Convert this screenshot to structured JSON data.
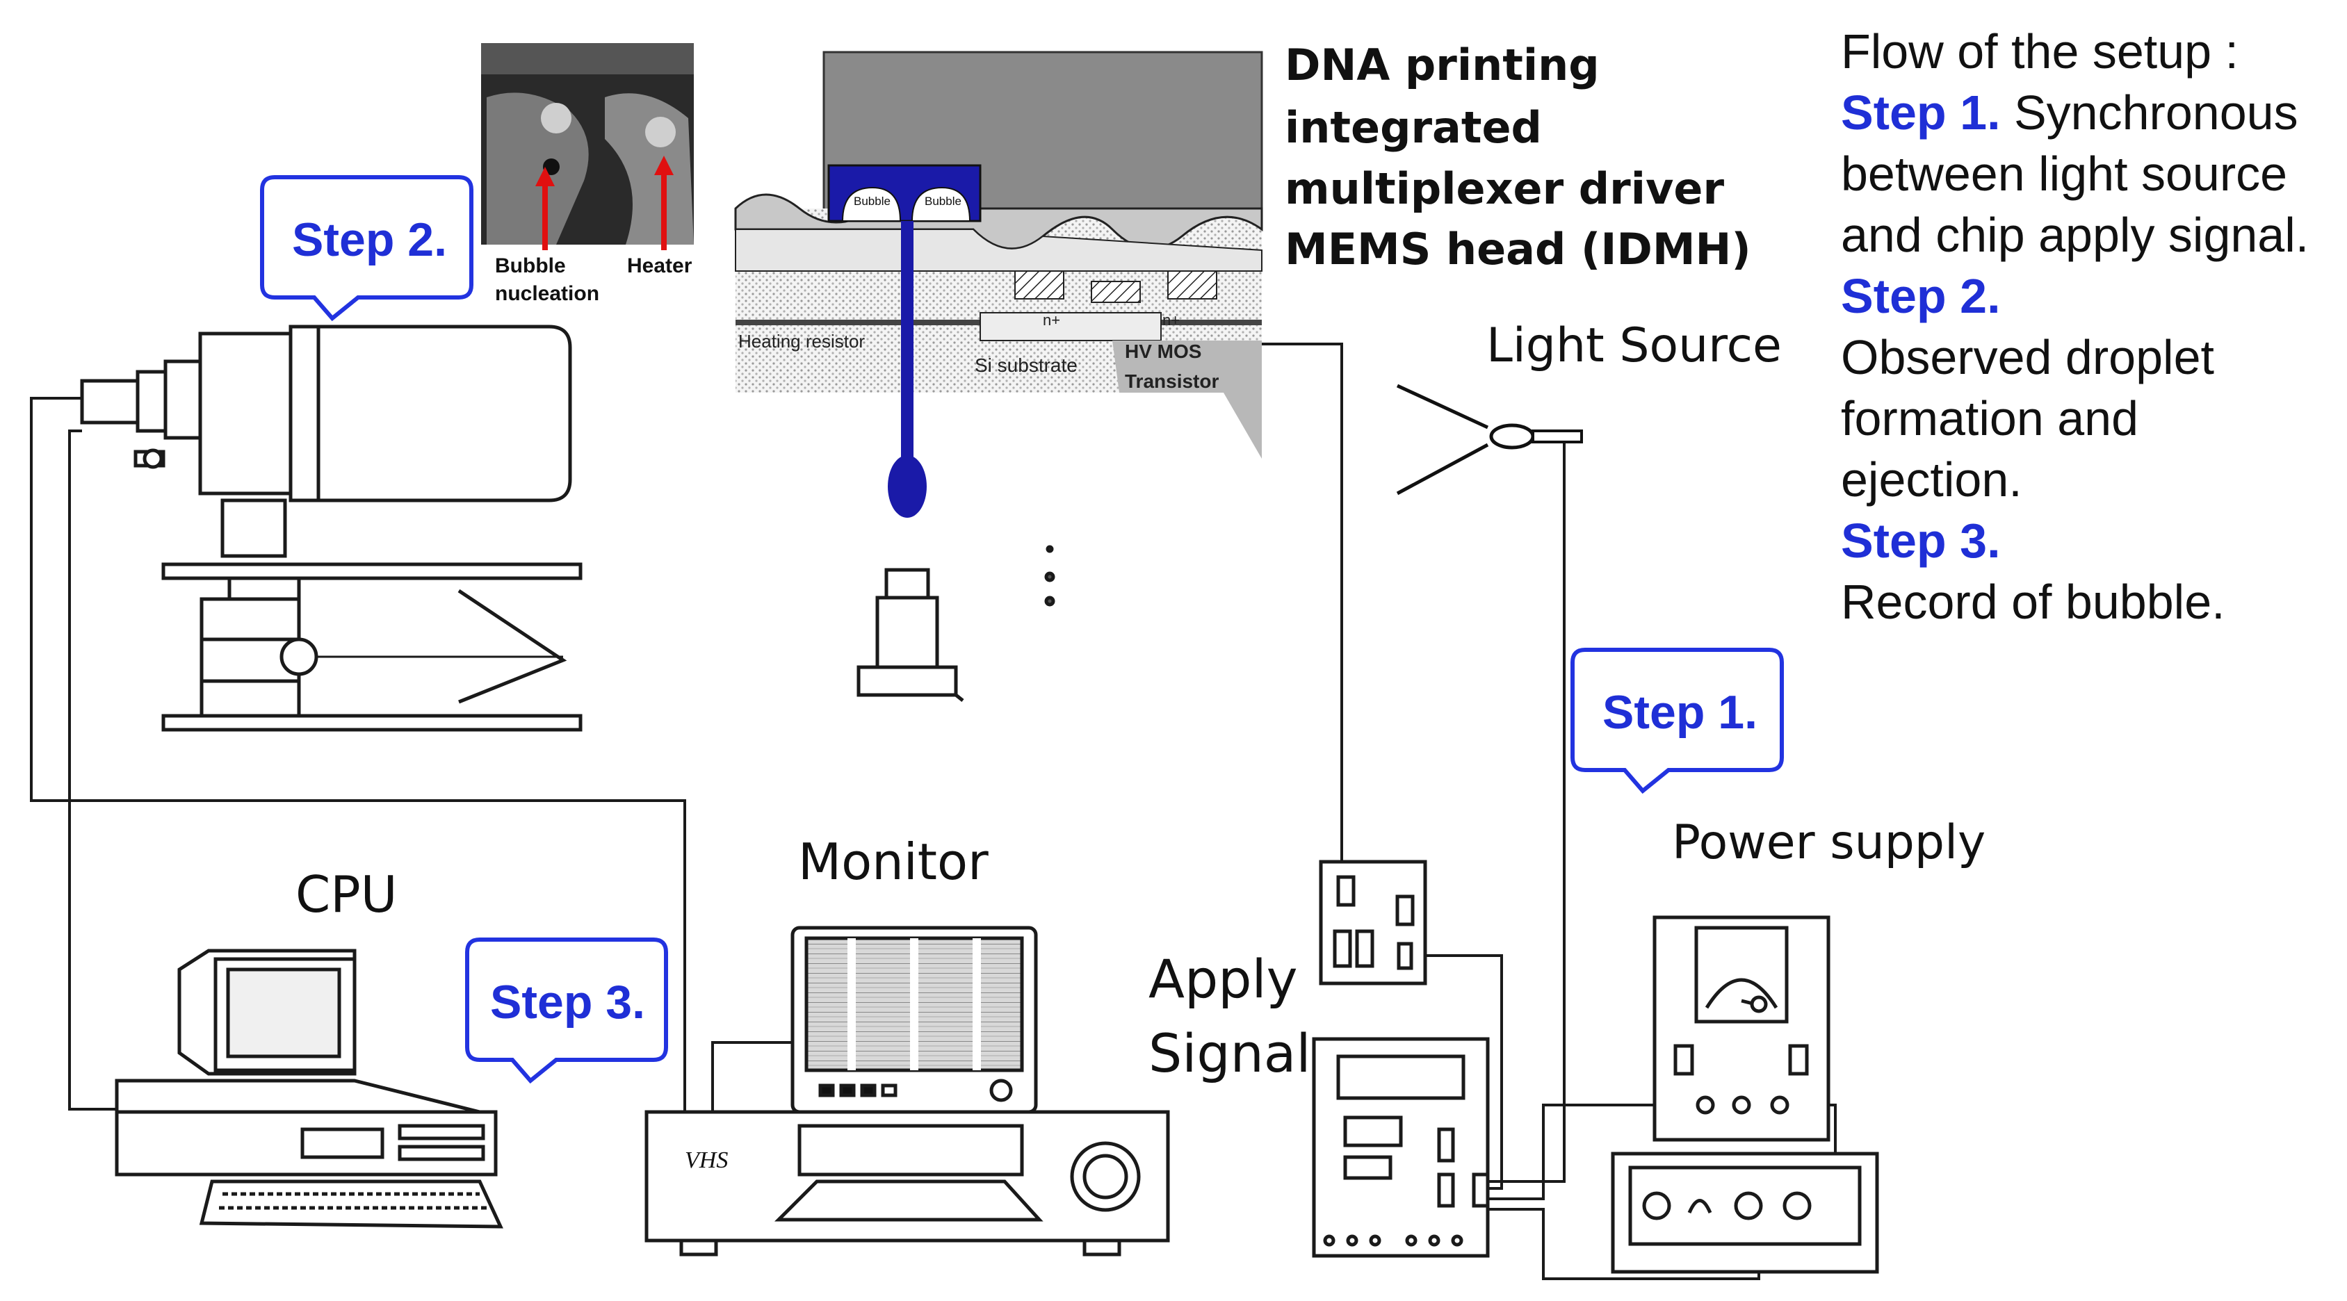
{
  "flow": {
    "title": "Flow of the setup :",
    "step1_label": "Step 1.",
    "step1_text_a": " Synchronous",
    "step1_text_b": "between light source",
    "step1_text_c": "and chip apply signal.",
    "step2_label": "Step 2.",
    "step2_text_a": "Observed droplet",
    "step2_text_b": "formation and",
    "step2_text_c": "ejection.",
    "step3_label": "Step 3.",
    "step3_text_a": "Record of bubble."
  },
  "callouts": {
    "step1": "Step 1.",
    "step2": "Step 2.",
    "step3": "Step 3."
  },
  "labels": {
    "dna_line1": "DNA printing",
    "dna_line2": "integrated",
    "dna_line3": "multiplexer driver",
    "dna_line4": "MEMS head (IDMH)",
    "light_source": "Light Source",
    "power_supply": "Power supply",
    "apply": "Apply",
    "signal": "Signal",
    "monitor": "Monitor",
    "cpu": "CPU",
    "vhs": "VHS",
    "bubble_nucleation_1": "Bubble",
    "bubble_nucleation_2": "nucleation",
    "heater": "Heater",
    "bubble_a": "Bubble",
    "bubble_b": "Bubble",
    "heating_resistor": "Heating resistor",
    "si_substrate": "Si substrate",
    "hv_mos_1": "HV MOS",
    "hv_mos_2": "Transistor",
    "n_plus_1": "n+",
    "n_plus_2": "n+"
  },
  "colors": {
    "callout_border": "#2233e0",
    "callout_text": "#1f2fd6",
    "ink": "#1a1a1a",
    "droplet": "#1a1aa8",
    "arrow_red": "#e01010",
    "head_grey": "#8a8a8a"
  }
}
